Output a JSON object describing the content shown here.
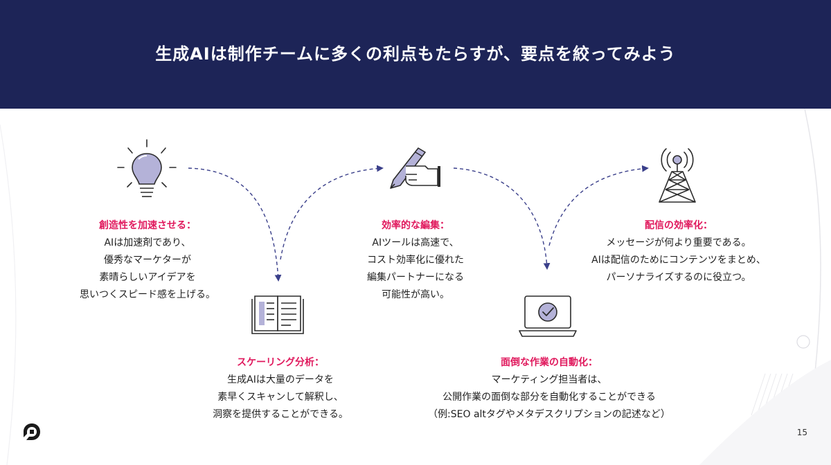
{
  "header": {
    "title": "生成AIは制作チームに多くの利点もたらすが、要点を絞ってみよう"
  },
  "steps": [
    {
      "id": "creativity",
      "icon": "lightbulb-icon",
      "title": "創造性を加速させる：",
      "lines": [
        "AIは加速剤であり、",
        "優秀なマーケターが",
        "素晴らしいアイデアを",
        "思いつくスピード感を上げる。"
      ]
    },
    {
      "id": "scaling",
      "icon": "open-book-icon",
      "title": "スケーリング分析：",
      "lines": [
        "生成AIは大量のデータを",
        "素早くスキャンして解釈し、",
        "洞察を提供することができる。"
      ]
    },
    {
      "id": "editing",
      "icon": "hand-pen-icon",
      "title": "効率的な編集：",
      "lines": [
        "AIツールは高速で、",
        "コスト効率化に優れた",
        "編集パートナーになる",
        "可能性が高い。"
      ]
    },
    {
      "id": "automation",
      "icon": "laptop-check-icon",
      "title": "面倒な作業の自動化：",
      "lines": [
        "マーケティング担当者は、",
        "公開作業の面倒な部分を自動化することができる",
        "（例:SEO altタグやメタデスクリプションの記述など）"
      ]
    },
    {
      "id": "delivery",
      "icon": "broadcast-tower-icon",
      "title": "配信の効率化：",
      "lines": [
        "メッセージが何より重要である。",
        "AIは配信のためにコンテンツをまとめ、",
        "パーソナライズするのに役立つ。"
      ]
    }
  ],
  "page_number": "15",
  "colors": {
    "header_bg": "#1d2457",
    "accent": "#e0195d",
    "icon_fill": "#b4b2d8",
    "arrow": "#3a3f8a"
  }
}
